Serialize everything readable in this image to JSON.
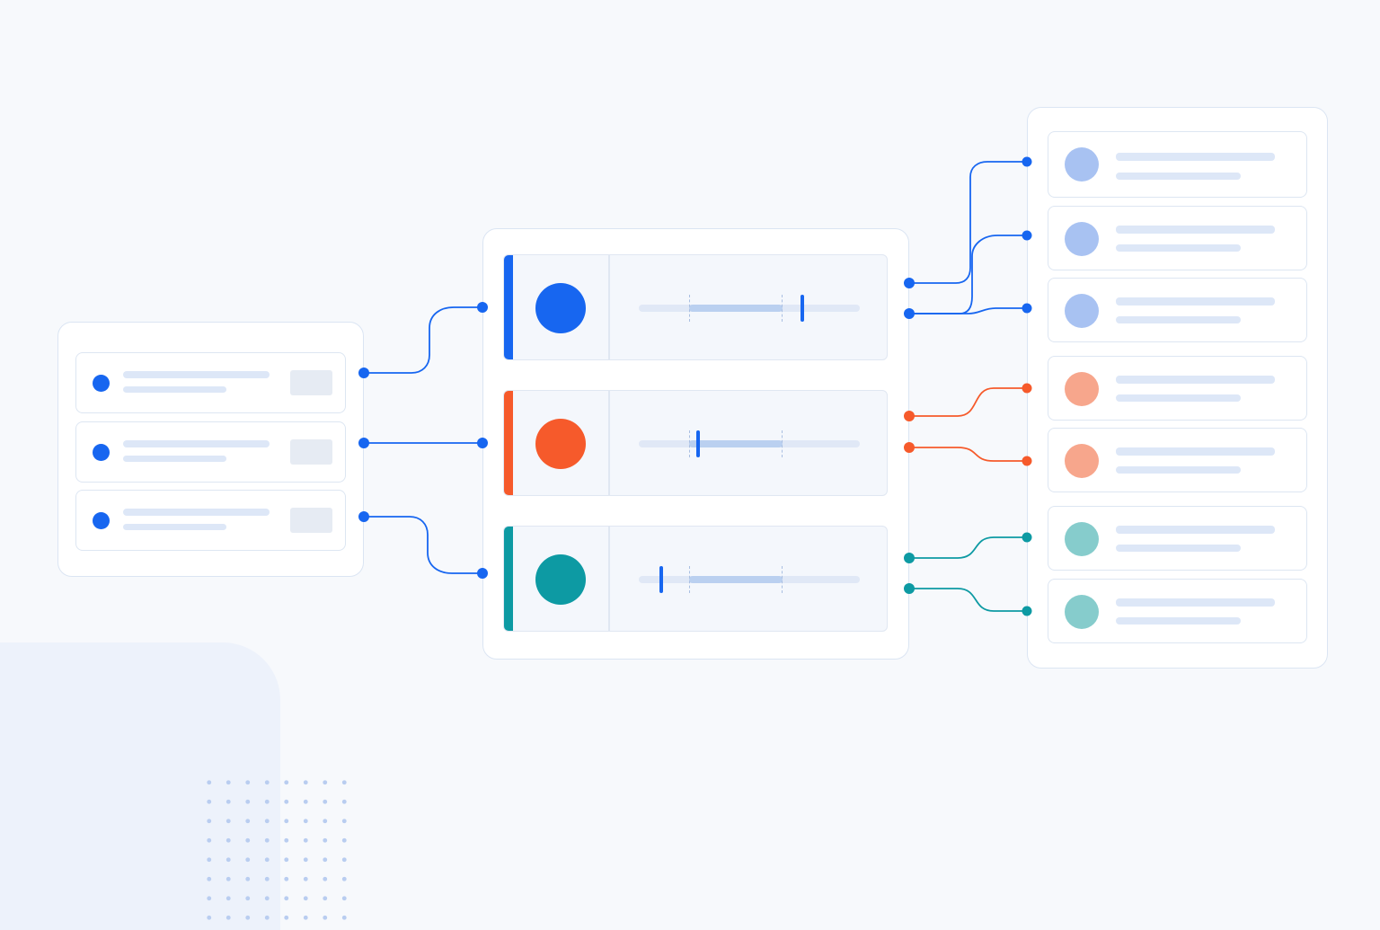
{
  "colors": {
    "blue": "#1766f0",
    "orange": "#f65a2b",
    "teal": "#0d9aa3",
    "blue_light": "#a8c2f2",
    "orange_light": "#f7a68c",
    "teal_light": "#86cccc"
  },
  "sources": [
    {
      "color": "blue"
    },
    {
      "color": "blue"
    },
    {
      "color": "blue"
    }
  ],
  "processors": [
    {
      "color": "blue",
      "level": 0.74
    },
    {
      "color": "orange",
      "level": 0.27
    },
    {
      "color": "teal",
      "level": 0.1
    }
  ],
  "targets": [
    {
      "color": "blue_light"
    },
    {
      "color": "blue_light"
    },
    {
      "color": "blue_light"
    },
    {
      "color": "orange_light"
    },
    {
      "color": "orange_light"
    },
    {
      "color": "teal_light"
    },
    {
      "color": "teal_light"
    }
  ]
}
